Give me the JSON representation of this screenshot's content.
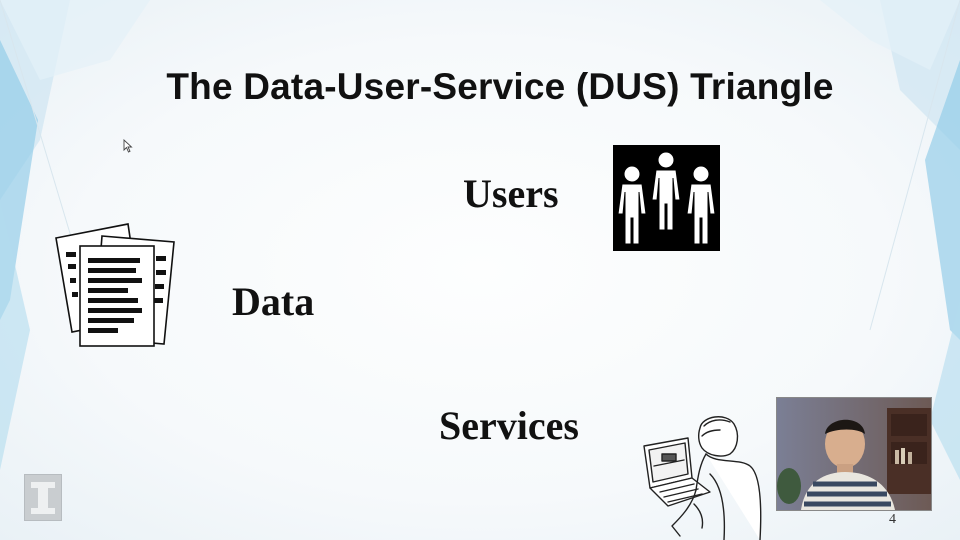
{
  "slide": {
    "title": "The Data-User-Service (DUS) Triangle",
    "labels": {
      "users": "Users",
      "data": "Data",
      "services": "Services"
    },
    "page_number": "4"
  },
  "icons": {
    "users": "three-people-icon",
    "data": "documents-icon",
    "services": "person-at-laptop-icon",
    "logo": "university-i-logo",
    "cursor": "mouse-cursor-icon"
  },
  "colors": {
    "text": "#111111",
    "accent_blue": "#7cc3e6",
    "background": "#f6f9fb"
  }
}
